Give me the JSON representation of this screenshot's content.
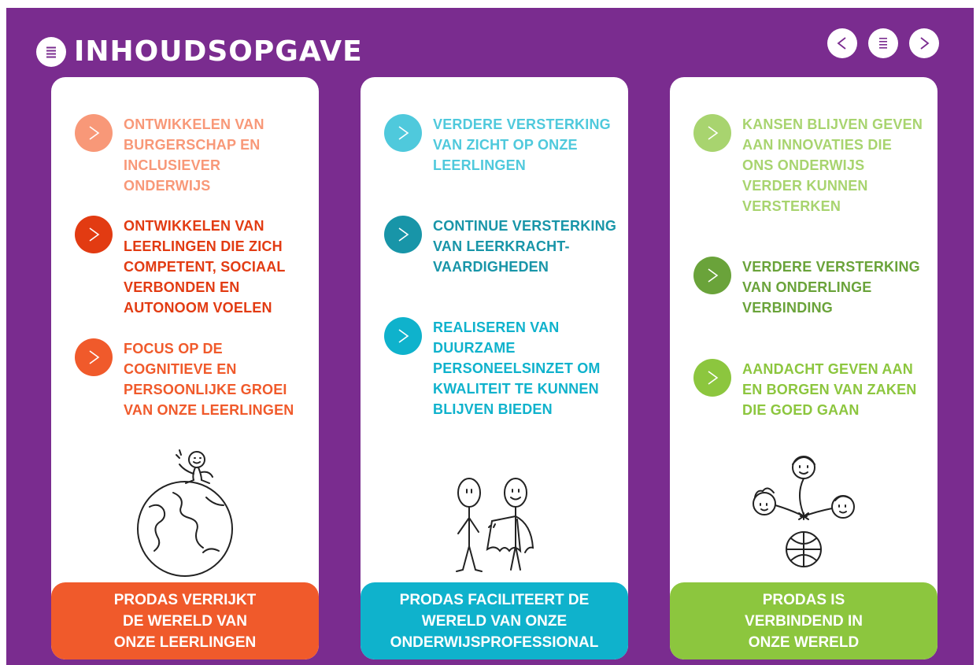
{
  "header": {
    "title": "INHOUDSOPGAVE"
  },
  "colors": {
    "background": "#7a2c8f",
    "col1_light": "#f89878",
    "col1_dark": "#e23b12",
    "col1_mid": "#f05a2b",
    "col2_light": "#4fc9dc",
    "col2_dark": "#1895a8",
    "col2_mid": "#0fb2cc",
    "col3_light": "#a8d46f",
    "col3_dark": "#6aa33a",
    "col3_mid": "#8cc63e"
  },
  "columns": [
    {
      "items": [
        {
          "label": "ONTWIKKELEN VAN BURGERSCHAP EN INCLUSIEVER ONDERWIJS"
        },
        {
          "label": "ONTWIKKELEN VAN LEERLINGEN DIE ZICH COMPETENT, SOCIAAL VERBONDEN EN AUTONOOM VOELEN"
        },
        {
          "label": "FOCUS OP DE COGNITIEVE EN PERSOONLIJKE GROEI VAN ONZE LEERLINGEN"
        }
      ],
      "footer": "PRODAS VERRIJKT\nDE WERELD VAN\nONZE LEERLINGEN"
    },
    {
      "items": [
        {
          "label": "VERDERE VERSTERKING VAN ZICHT OP ONZE LEERLINGEN"
        },
        {
          "label": "CONTINUE VERSTERKING VAN LEERKRACHT-VAARDIGHEDEN"
        },
        {
          "label": "REALISEREN VAN DUURZAME PERSONEELSINZET OM KWALITEIT TE KUNNEN BLIJVEN BIEDEN"
        }
      ],
      "footer": "PRODAS FACILITEERT DE\nWERELD VAN ONZE\nONDERWIJSPROFESSIONAL"
    },
    {
      "items": [
        {
          "label": "KANSEN BLIJVEN GEVEN AAN INNOVATIES DIE ONS ONDERWIJS VERDER KUNNEN VERSTERKEN"
        },
        {
          "label": "VERDERE VERSTERKING VAN ONDERLINGE VERBINDING"
        },
        {
          "label": "AANDACHT GEVEN AAN EN BORGEN VAN ZAKEN DIE GOED GAAN"
        }
      ],
      "footer": "PRODAS IS\nVERBINDEND IN\nONZE WERELD"
    }
  ]
}
